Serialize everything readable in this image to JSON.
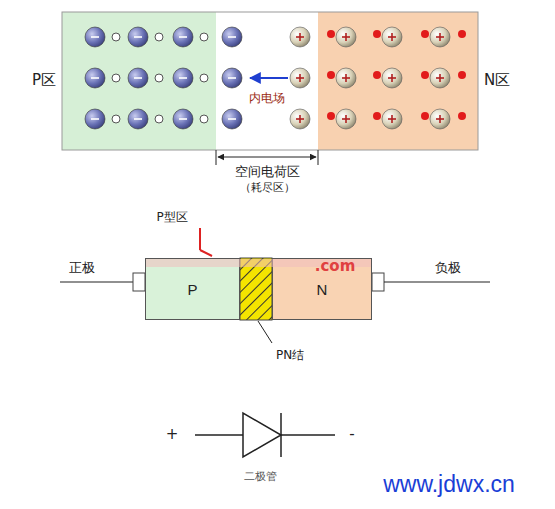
{
  "diagram": {
    "nodes": [
      {
        "text": [
          "P"
        ]
      },
      {
        "text": [
          "N"
        ]
      }
    ],
    "edges": [],
    "labels": [
      "P区",
      "N区",
      "内电场",
      "空间电荷区",
      "（耗尽区）",
      "P型区",
      ".com",
      "正极",
      "负极",
      "PN结",
      "+",
      "-",
      "二极管",
      "www.jdwx.cn"
    ]
  }
}
